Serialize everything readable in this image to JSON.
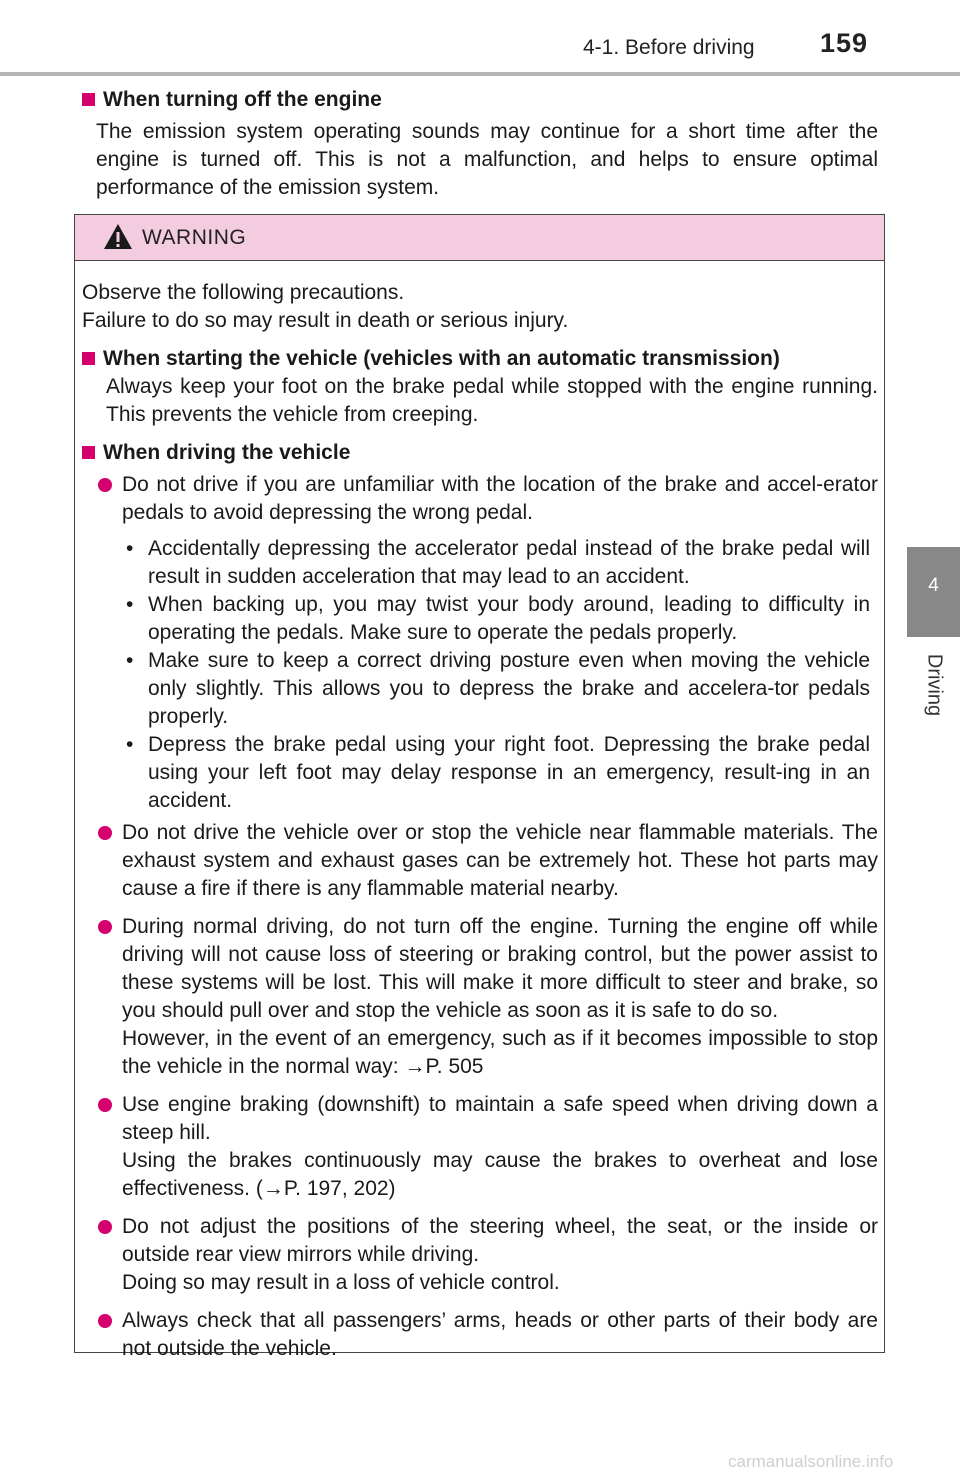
{
  "header": {
    "section": "4-1. Before driving",
    "page_number": "159"
  },
  "side_tab": {
    "number": "4",
    "label": "Driving"
  },
  "intro": {
    "heading": "When turning off the engine",
    "body": "The emission system operating sounds may continue for a short time after the engine is turned off. This is not a malfunction, and helps to ensure optimal performance of the emission system."
  },
  "warning": {
    "title": "WARNING",
    "intro_line1": "Observe the following precautions.",
    "intro_line2": "Failure to do so may result in death or serious injury.",
    "section1": {
      "heading": "When starting the vehicle (vehicles with an automatic transmission)",
      "body": "Always keep your foot on the brake pedal while stopped with the engine running. This prevents the vehicle from creeping."
    },
    "section2": {
      "heading": "When driving the vehicle",
      "bullet1": {
        "text": "Do not drive if you are unfamiliar with the location of the brake and accel-erator pedals to avoid depressing the wrong pedal.",
        "subitems": [
          "Accidentally depressing the accelerator pedal instead of the brake pedal will result in sudden acceleration that may lead to an accident.",
          "When backing up, you may twist your body around, leading to difficulty in operating the pedals. Make sure to operate the pedals properly.",
          "Make sure to keep a correct driving posture even when moving the vehicle only slightly. This allows you to depress the brake and accelera-tor pedals properly.",
          "Depress the brake pedal using your right foot. Depressing the brake pedal using your left foot may delay response in an emergency, result-ing in an accident."
        ]
      },
      "bullet2": "Do not drive the vehicle over or stop the vehicle near flammable materials. The exhaust system and exhaust gases can be extremely hot. These hot parts may cause a fire if there is any flammable material nearby.",
      "bullet3": {
        "text": "During normal driving, do not turn off the engine. Turning the engine off while driving will not cause loss of steering or braking control, but the power assist to these systems will be lost. This will make it more difficult to steer and brake, so you should pull over and stop the vehicle as soon as it is safe to do so.",
        "text2": "However, in the event of an emergency, such as if it becomes impossible to stop the vehicle in the normal way: →P. 505"
      },
      "bullet4": {
        "text": "Use engine braking (downshift) to maintain a safe speed when driving down a steep hill.",
        "text2": "Using the brakes continuously may cause the brakes to overheat and lose effectiveness. (→P. 197, 202)"
      },
      "bullet5": {
        "text": "Do not adjust the positions of the steering wheel, the seat, or the inside or outside rear view mirrors while driving.",
        "text2": "Doing so may result in a loss of vehicle control."
      },
      "bullet6": "Always check that all passengers’ arms, heads or other parts of their body are not outside the vehicle."
    }
  },
  "footer": {
    "watermark": "carmanualsonline.info"
  },
  "colors": {
    "accent": "#d4006e",
    "warning_bg": "#f4cce0",
    "tab_gray": "#888888"
  }
}
